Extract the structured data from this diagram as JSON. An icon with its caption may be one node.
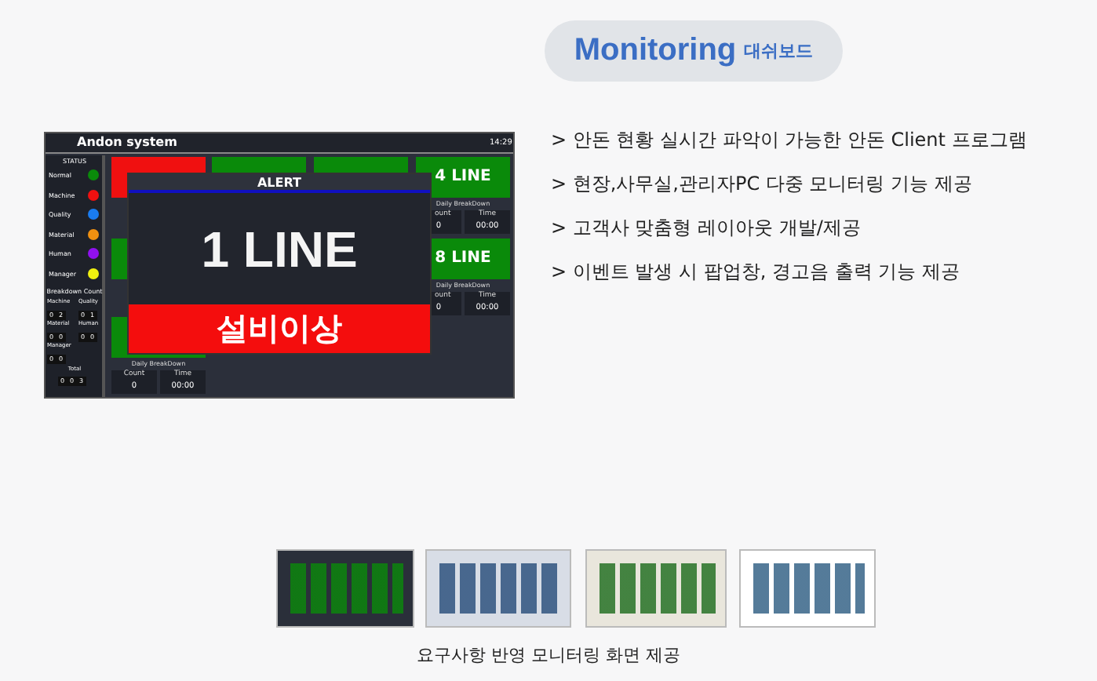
{
  "diagram": {
    "caption": "요구사항 반영 모니터링 화면 제공",
    "nodes": [
      {
        "text": [
          "Monitoring",
          "대쉬보드"
        ]
      },
      {
        "text": [],
        "shape": "picture"
      },
      {
        "text": [],
        "shape": "picture"
      },
      {
        "text": [],
        "shape": "picture"
      },
      {
        "text": [],
        "shape": "picture"
      }
    ],
    "edges": [],
    "labels": [
      "Andon system",
      "14:29",
      "STATUS",
      "Normal",
      "Machine",
      "Quality",
      "Material",
      "Human",
      "Manager",
      "Breakdown Count",
      "Machine",
      "Quality",
      "0",
      "2",
      "0",
      "1",
      "Material",
      "Human",
      "0",
      "0",
      "0",
      "0",
      "Manager",
      "0",
      "0",
      "Total",
      "0",
      "0",
      "3",
      "ALERT",
      "1 LINE",
      "설비이상",
      "4 LINE",
      "Daily BreakDown",
      "ount",
      "Time",
      "0",
      "00:00",
      "8 LINE",
      "Daily BreakDown",
      "ount",
      "Time",
      "0",
      "00:00",
      "Daily BreakDown",
      "Count",
      "Time",
      "0",
      "00:00",
      "> 안돈 현황 실시간 파악이 가능한 안돈 Client 프로그램",
      "> 현장,사무실,관리자PC 다중 모니터링 기능 제공",
      "> 고객사 맞춤형 레이아웃 개발/제공",
      "> 이벤트 발생 시 팝업창, 경고음 출력 기능 제공"
    ]
  }
}
